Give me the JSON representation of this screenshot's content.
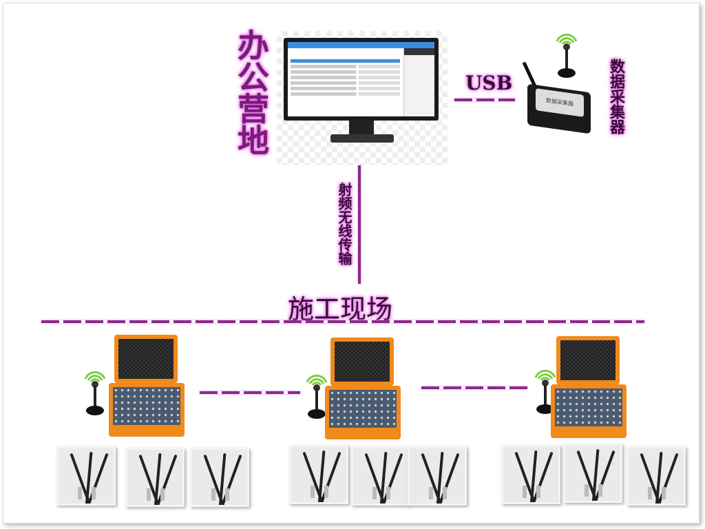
{
  "office": {
    "title": "办公营地"
  },
  "link_usb": {
    "label": "USB"
  },
  "collector": {
    "title": "数据采集器",
    "device_label": "数据采集器"
  },
  "wireless": {
    "label": "射频无线传输"
  },
  "site": {
    "title": "施工现场"
  },
  "colors": {
    "accent": "#8a2a8a",
    "glow": "#e070e0",
    "case": "#f08a1a"
  }
}
